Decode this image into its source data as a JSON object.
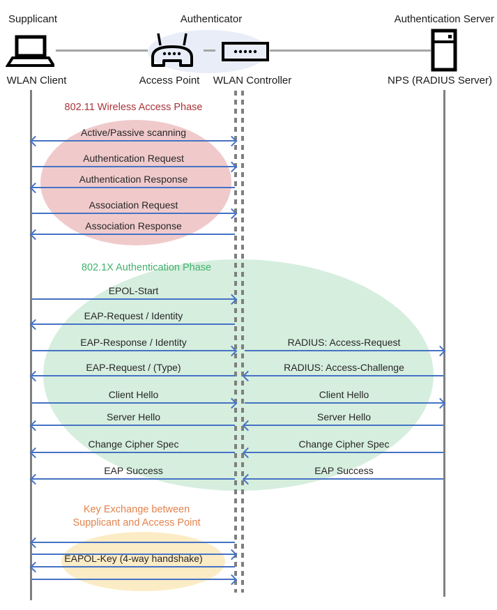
{
  "header": {
    "roles": [
      "Supplicant",
      "Authenticator",
      "Authentication Server"
    ],
    "nodes": [
      {
        "label": "WLAN Client",
        "icon": "laptop-icon"
      },
      {
        "label": "Access Point",
        "icon": "access-point-icon"
      },
      {
        "label": "WLAN Controller",
        "icon": "wlan-controller-icon"
      },
      {
        "label": "NPS (RADIUS Server)",
        "icon": "server-icon"
      }
    ]
  },
  "phases": [
    {
      "id": "wireless-access",
      "title": "802.11 Wireless Access Phase",
      "title_color": "#a93439",
      "ellipse_color": "#f0cacb"
    },
    {
      "id": "dot1x-authentication",
      "title": "802.1X Authentication Phase",
      "title_color": "#42b16e",
      "ellipse_color": "#d6eede"
    },
    {
      "id": "key-exchange",
      "title_line1": "Key Exchange between",
      "title_line2": "Supplicant and Access Point",
      "title_color": "#e2834d",
      "ellipse_color": "#fcecc5"
    }
  ],
  "messages_left": [
    {
      "label": "Active/Passive scanning",
      "direction": "both"
    },
    {
      "label": "Authentication Request",
      "direction": "right"
    },
    {
      "label": "Authentication Response",
      "direction": "left"
    },
    {
      "label": "Association Request",
      "direction": "right"
    },
    {
      "label": "Association Response",
      "direction": "left"
    },
    {
      "label": "EPOL-Start",
      "direction": "right"
    },
    {
      "label": "EAP-Request / Identity",
      "direction": "left"
    },
    {
      "label": "EAP-Response / Identity",
      "direction": "right"
    },
    {
      "label": "EAP-Request / (Type)",
      "direction": "left"
    },
    {
      "label": "Client Hello",
      "direction": "right"
    },
    {
      "label": "Server Hello",
      "direction": "left"
    },
    {
      "label": "Change Cipher Spec",
      "direction": "left"
    },
    {
      "label": "EAP Success",
      "direction": "left"
    },
    {
      "label": "",
      "direction": "left"
    },
    {
      "label": "",
      "direction": "right"
    },
    {
      "label": "EAPOL-Key (4-way handshake)",
      "direction": "left"
    },
    {
      "label": "",
      "direction": "right"
    }
  ],
  "messages_right": [
    {
      "label": "RADIUS: Access-Request",
      "direction": "right"
    },
    {
      "label": "RADIUS: Access-Challenge",
      "direction": "left"
    },
    {
      "label": "Client Hello",
      "direction": "right"
    },
    {
      "label": "Server Hello",
      "direction": "left"
    },
    {
      "label": "Change Cipher Spec",
      "direction": "left"
    },
    {
      "label": "EAP Success",
      "direction": "left"
    }
  ],
  "colors": {
    "arrow": "#4472c4",
    "lifeline": "#7f7f7f",
    "connector": "#a6a6a6",
    "authenticator_ellipse": "#e9edf8",
    "text": "#262626"
  }
}
